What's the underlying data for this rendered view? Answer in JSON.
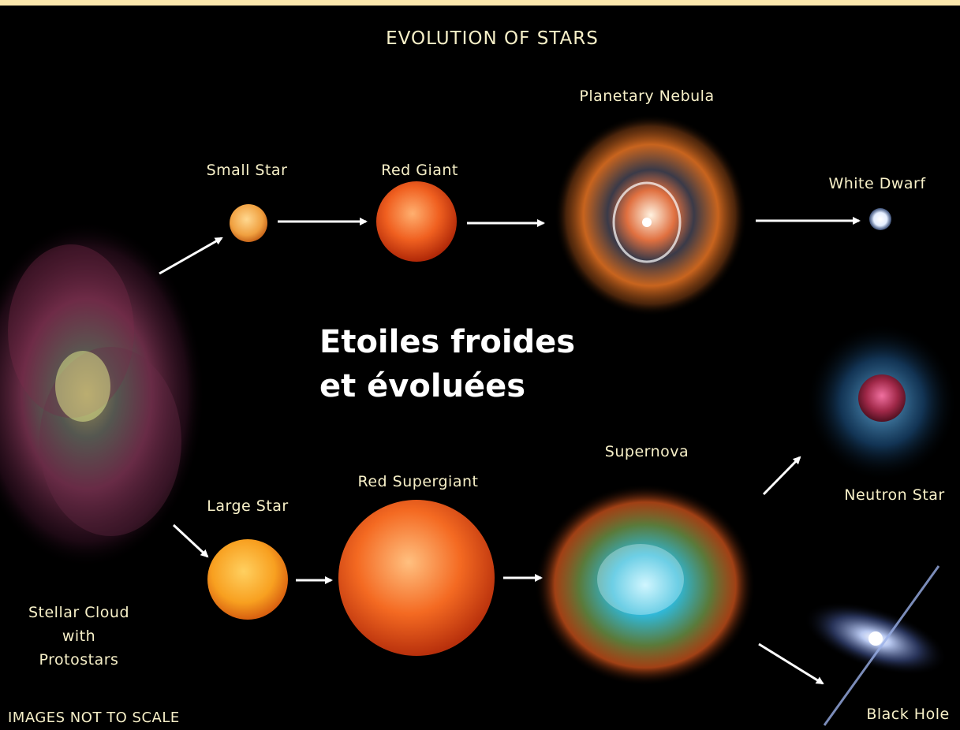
{
  "title": "EVOLUTION OF STARS",
  "overlay_caption": {
    "line1": "Etoiles froides",
    "line2": "et évoluées"
  },
  "stages": {
    "stellar_cloud": {
      "line1": "Stellar Cloud",
      "line2": "with",
      "line3": "Protostars"
    },
    "small_star": "Small Star",
    "red_giant": "Red Giant",
    "planetary_nebula": "Planetary Nebula",
    "white_dwarf": "White Dwarf",
    "large_star": "Large Star",
    "red_supergiant": "Red Supergiant",
    "supernova": "Supernova",
    "neutron_star": "Neutron Star",
    "black_hole": "Black Hole"
  },
  "footnote": "IMAGES NOT TO SCALE",
  "colors": {
    "background": "#000000",
    "top_strip": "#fbe7ad",
    "label_text": "#f7f0c8",
    "caption_text": "#ffffff",
    "arrow": "#ffffff"
  }
}
